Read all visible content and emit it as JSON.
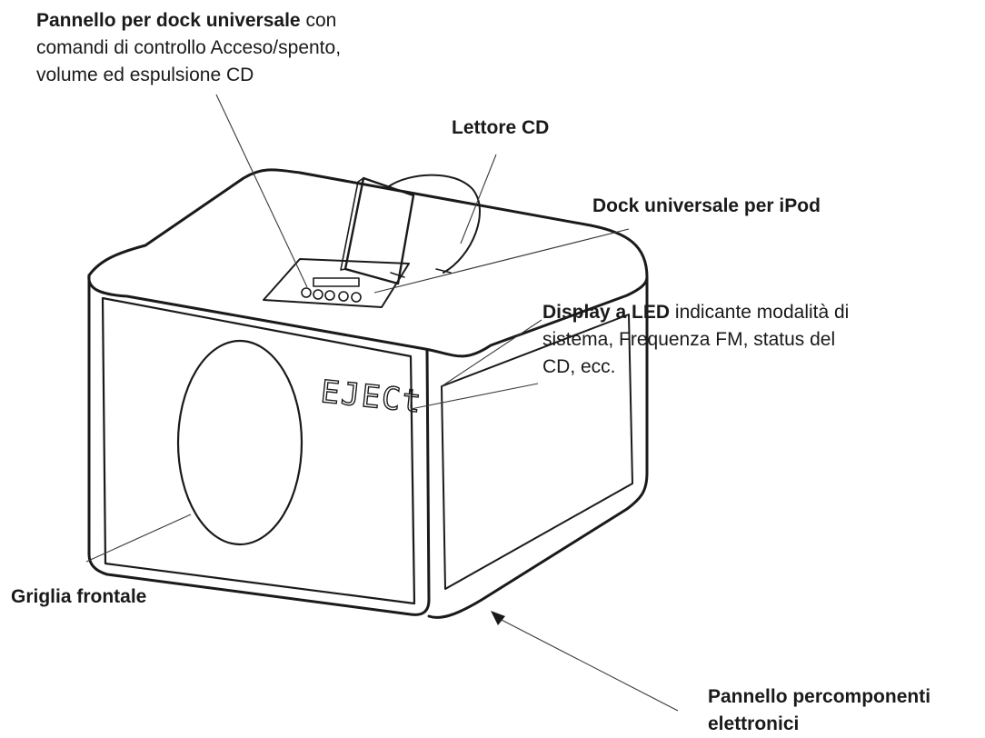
{
  "labels": {
    "dock_panel": {
      "bold": "Pannello per dock universale",
      "rest_line1": " con",
      "line2": "comandi di controllo Acceso/spento,",
      "line3": "volume ed espulsione CD"
    },
    "cd_player": "Lettore CD",
    "ipod_dock": "Dock universale per iPod",
    "led_display": {
      "bold": "Display a LED",
      "rest_line1": " indicante modalità di",
      "line2": "sistema, Frequenza FM, status del",
      "line3": "CD, ecc."
    },
    "front_grille": "Griglia frontale",
    "electronics_panel": {
      "line1": "Pannello percomponenti",
      "line2": "elettronici"
    }
  },
  "display_text": "EJECt"
}
